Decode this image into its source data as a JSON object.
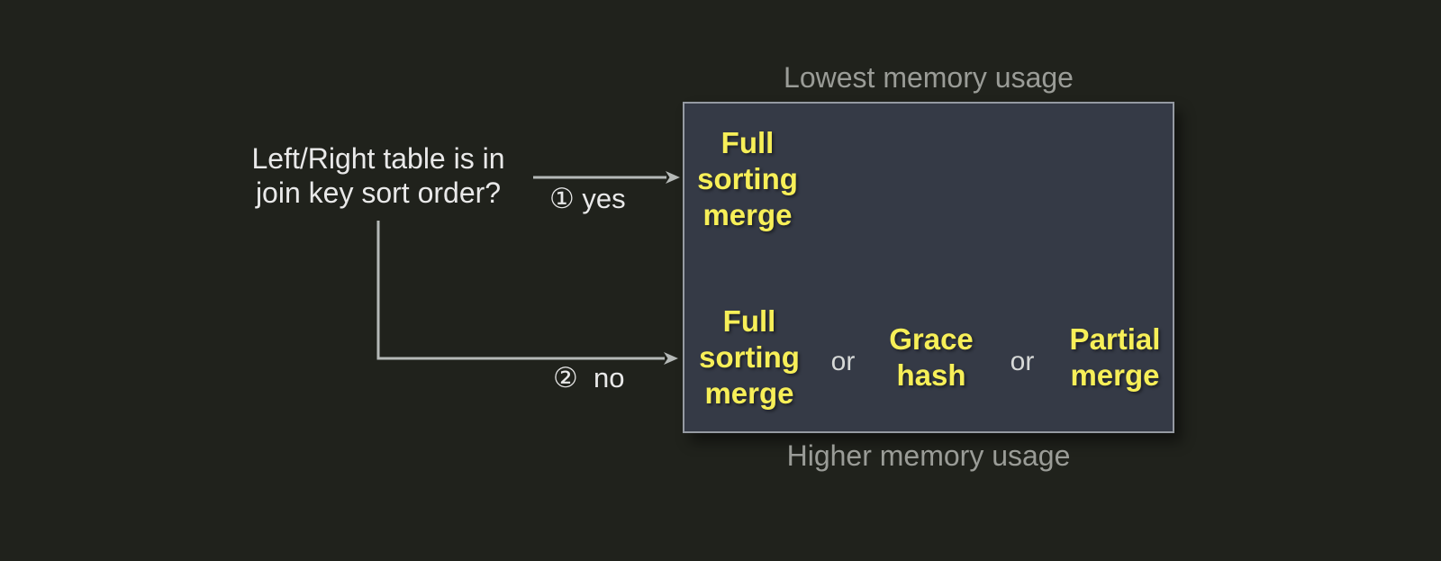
{
  "question": {
    "text": "Left/Right table is in\njoin key sort order?"
  },
  "branch_yes": {
    "label": "① yes"
  },
  "branch_no": {
    "label": "②  no"
  },
  "memory_scale": {
    "top": "Lowest memory usage",
    "bottom": "Higher memory usage"
  },
  "algorithms": {
    "sorted_case": {
      "name": "Full\nsorting\nmerge"
    },
    "unsorted_case": {
      "option1": "Full\nsorting\nmerge",
      "separator1": "or",
      "option2": "Grace\nhash",
      "separator2": "or",
      "option3": "Partial\nmerge"
    }
  },
  "colors": {
    "background": "#20221c",
    "box_fill": "#353a46",
    "box_border": "#959aa2",
    "algorithm_yellow": "#f7ef58",
    "label_gray": "#9a9c97",
    "text_light": "#e9e9e9",
    "arrow": "#b5b9b7",
    "or_gray": "#d7d9d8"
  }
}
